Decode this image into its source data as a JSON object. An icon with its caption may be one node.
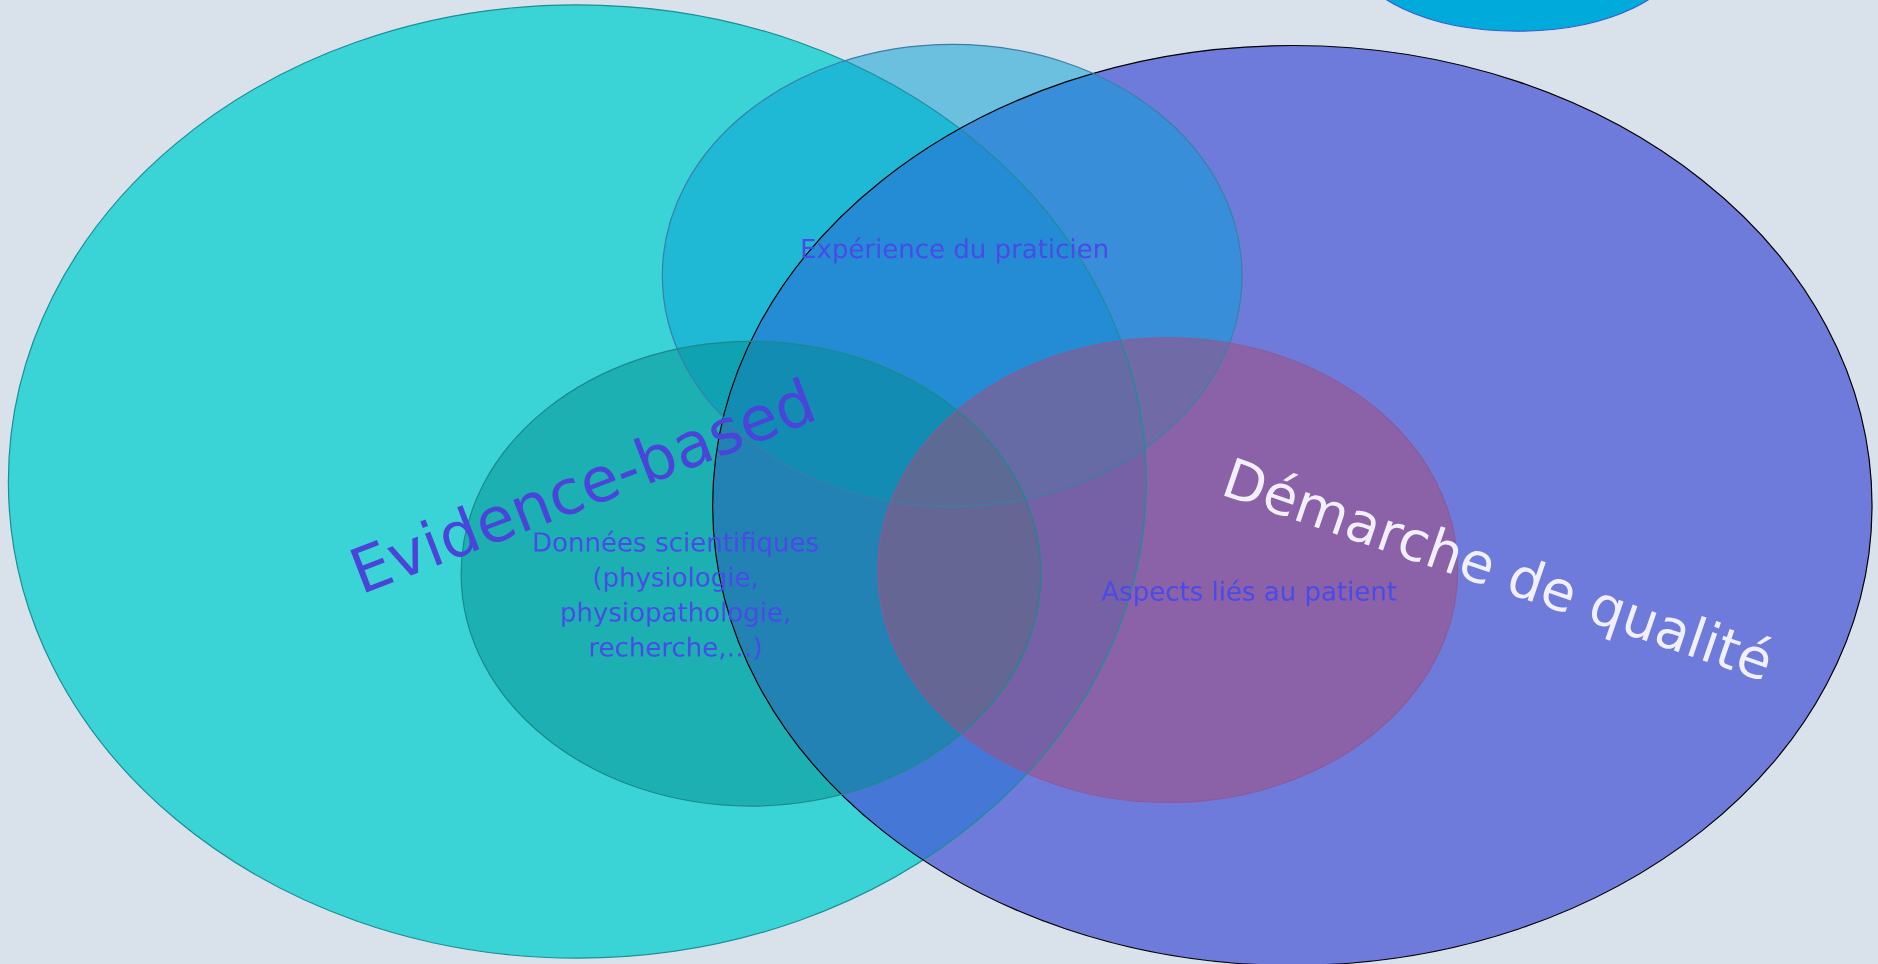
{
  "diagram": {
    "nodes": [
      {
        "text": [
          "Evidence-based"
        ]
      },
      {
        "text": [
          "Démarche de qualité"
        ]
      },
      {
        "text": [
          "Expérience du praticien"
        ]
      },
      {
        "text": [
          "Données scientifiques (physiologie, physiopathologie, recherche,…)"
        ]
      },
      {
        "text": [
          "Aspects liés au patient"
        ],
        "in": 1
      },
      {
        "text": [],
        "shape": "circle"
      }
    ]
  }
}
